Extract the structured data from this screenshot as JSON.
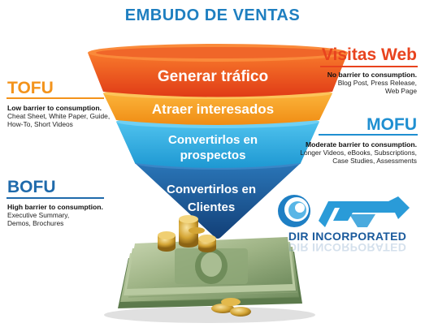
{
  "title": "EMBUDO DE VENTAS",
  "colors": {
    "title": "#1f7fc0",
    "stage1": "#ee4a1e",
    "stage2": "#f59b1a",
    "stage3": "#2aa8df",
    "stage4": "#1a5a9c",
    "visitas": "#e8431e",
    "tofu": "#f3931b",
    "mofu": "#1f8fd1",
    "bofu": "#1f6aab"
  },
  "funnel": {
    "stage1": "Generar tráfico",
    "stage2": "Atraer interesados",
    "stage3_line1": "Convertirlos en",
    "stage3_line2": "prospectos",
    "stage4_line1": "Convertirlos en",
    "stage4_line2": "Clientes"
  },
  "visitas": {
    "heading": "Visitas Web",
    "line1": "No barrier to consumption.",
    "line2": "Blog Post, Press Release,",
    "line3": "Web Page"
  },
  "tofu": {
    "heading": "TOFU",
    "line1": "Low barrier to consumption.",
    "line2": "Cheat Sheet, White Paper, Guide,",
    "line3": "How-To, Short Videos"
  },
  "mofu": {
    "heading": "MOFU",
    "line1": "Moderate barrier to consumption.",
    "line2": "Longer Videos, eBooks, Subscriptions,",
    "line3": "Case Studies, Assessments"
  },
  "bofu": {
    "heading": "BOFU",
    "line1": "High barrier to consumption.",
    "line2": "Executive Summary,",
    "line3": "Demos, Brochures"
  },
  "logo": {
    "name": "DIR INCORPORATED"
  }
}
